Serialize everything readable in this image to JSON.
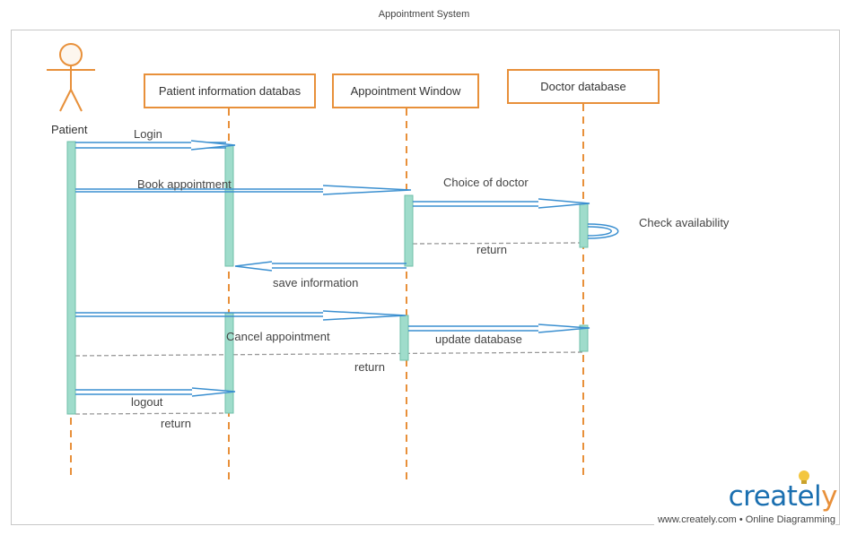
{
  "diagram": {
    "title": "Appointment System",
    "actor": {
      "label": "Patient"
    },
    "lifelines": [
      {
        "label": "Patient information databas"
      },
      {
        "label": "Appointment Window"
      },
      {
        "label": "Doctor database"
      }
    ],
    "messages": {
      "login": "Login",
      "book_appointment": "Book appointment",
      "choice_of_doctor": "Choice of doctor",
      "check_availability": "Check availability",
      "return_1": "return",
      "save_information": "save information",
      "cancel_appointment": "Cancel appointment",
      "update_database": "update database",
      "return_2": "return",
      "logout": "logout",
      "return_3": "return"
    },
    "colors": {
      "lifeline_orange": "#e8903a",
      "message_blue": "#3a8fd0",
      "activation_teal": "#9fdccb",
      "return_gray": "#999999"
    }
  },
  "branding": {
    "logo_text_main": "createl",
    "logo_text_end": "y",
    "footer": "www.creately.com • Online Diagramming"
  }
}
